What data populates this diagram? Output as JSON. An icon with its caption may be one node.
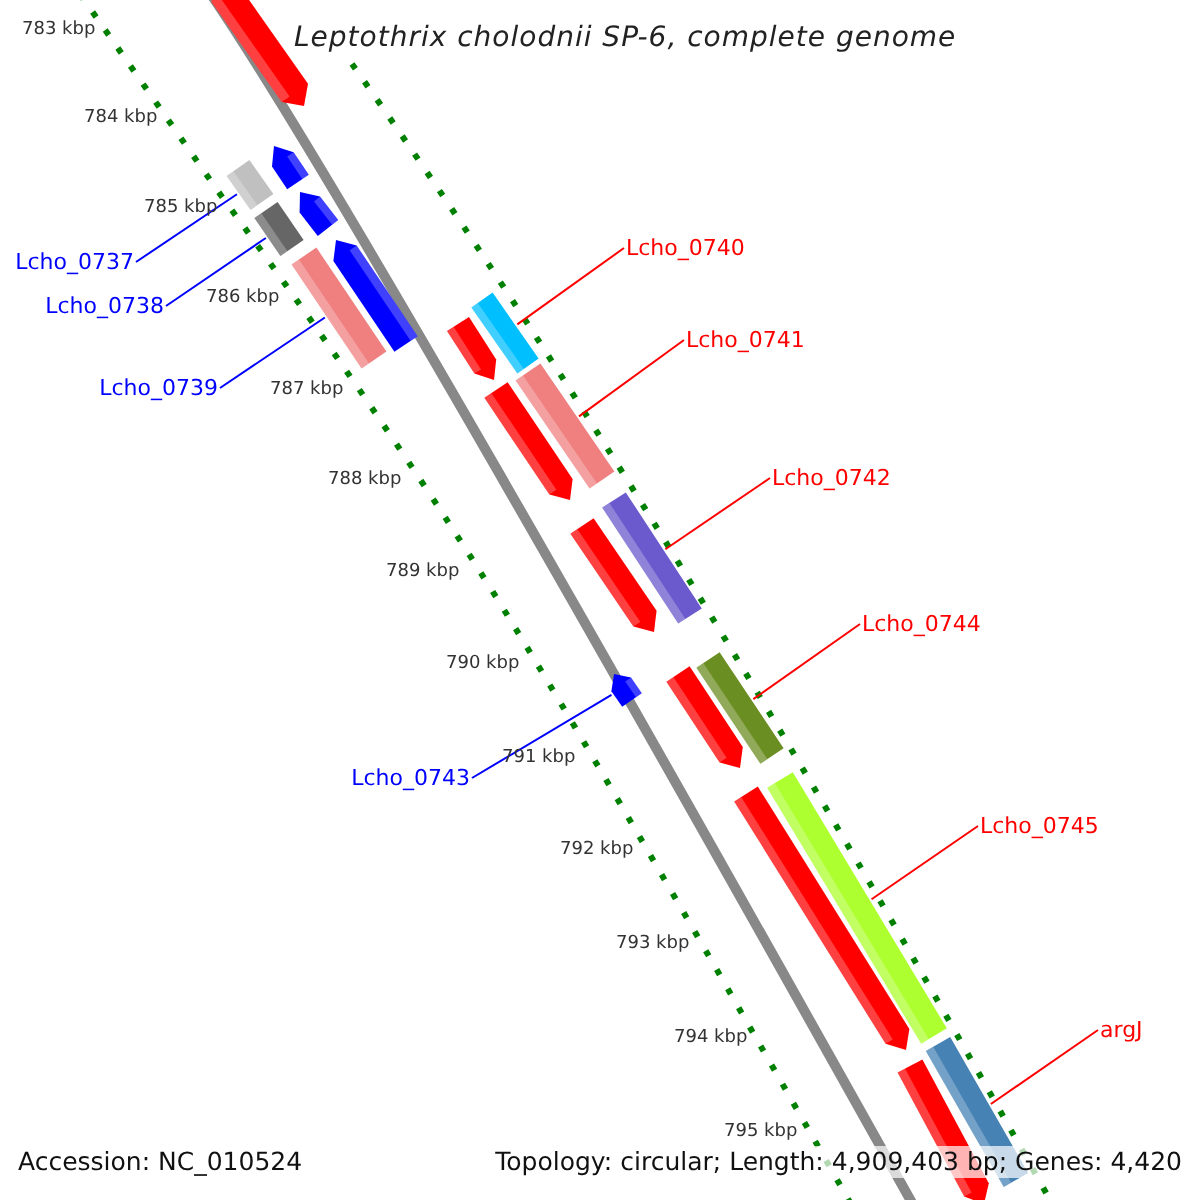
{
  "diagram": {
    "title": "Leptothrix cholodnii SP-6, complete genome",
    "nodes": [
      {
        "text": [
          "Lcho_0740"
        ]
      },
      {
        "text": [
          "Lcho_0737"
        ]
      },
      {
        "text": [
          "Lcho_0738"
        ]
      },
      {
        "text": [
          "Lcho_0741"
        ]
      },
      {
        "text": [
          "Lcho_0739"
        ]
      },
      {
        "text": [
          "Lcho_0742"
        ]
      },
      {
        "text": [
          "Lcho_0744"
        ]
      },
      {
        "text": [
          "Lcho_0743"
        ]
      },
      {
        "text": [
          "Lcho_0745"
        ]
      },
      {
        "text": [
          "argJ"
        ]
      },
      {
        "text": [],
        "shape": "pentagon"
      },
      {
        "text": [],
        "shape": "pentagon"
      },
      {
        "text": [],
        "shape": "box"
      },
      {
        "text": [],
        "shape": "pentagon"
      },
      {
        "text": [],
        "shape": "box"
      },
      {
        "text": [],
        "shape": "pentagon"
      },
      {
        "text": [],
        "shape": "box"
      },
      {
        "text": [],
        "shape": "box"
      },
      {
        "text": [],
        "shape": "pentagon"
      },
      {
        "text": [],
        "shape": "box"
      },
      {
        "text": [],
        "shape": "pentagon"
      },
      {
        "text": [],
        "shape": "box"
      },
      {
        "text": [],
        "shape": "pentagon"
      },
      {
        "text": [],
        "shape": "box"
      },
      {
        "text": [],
        "shape": "pentagon"
      },
      {
        "text": [],
        "shape": "pentagon"
      },
      {
        "text": [],
        "shape": "box"
      },
      {
        "text": [],
        "shape": "pentagon"
      },
      {
        "text": [],
        "shape": "box"
      },
      {
        "text": [],
        "shape": "pentagon"
      }
    ],
    "edges": [
      {
        "from": 0,
        "to": 17,
        "arrow": "none"
      },
      {
        "from": 1,
        "to": 12,
        "arrow": "none",
        "color": "#0000ff"
      },
      {
        "from": 2,
        "to": 14,
        "arrow": "none",
        "color": "#0000ff"
      },
      {
        "from": 3,
        "to": 19,
        "arrow": "none"
      },
      {
        "from": 4,
        "to": 16,
        "arrow": "none",
        "color": "#0000ff"
      },
      {
        "from": 5,
        "to": 21,
        "arrow": "none"
      },
      {
        "from": 6,
        "to": 23,
        "arrow": "none"
      },
      {
        "from": 7,
        "to": 24,
        "arrow": "none",
        "color": "#0000ff"
      },
      {
        "from": 8,
        "to": 26,
        "arrow": "none"
      },
      {
        "from": 9,
        "to": 28,
        "arrow": "none"
      }
    ],
    "labels": [
      "783 kbp",
      "784 kbp",
      "785 kbp",
      "786 kbp",
      "787 kbp",
      "788 kbp",
      "789 kbp",
      "790 kbp",
      "791 kbp",
      "792 kbp",
      "793 kbp",
      "794 kbp",
      "795 kbp",
      "Accession: NC_010524",
      "Topology: circular; Length: 4,909,403 bp; Genes: 4,420"
    ]
  }
}
